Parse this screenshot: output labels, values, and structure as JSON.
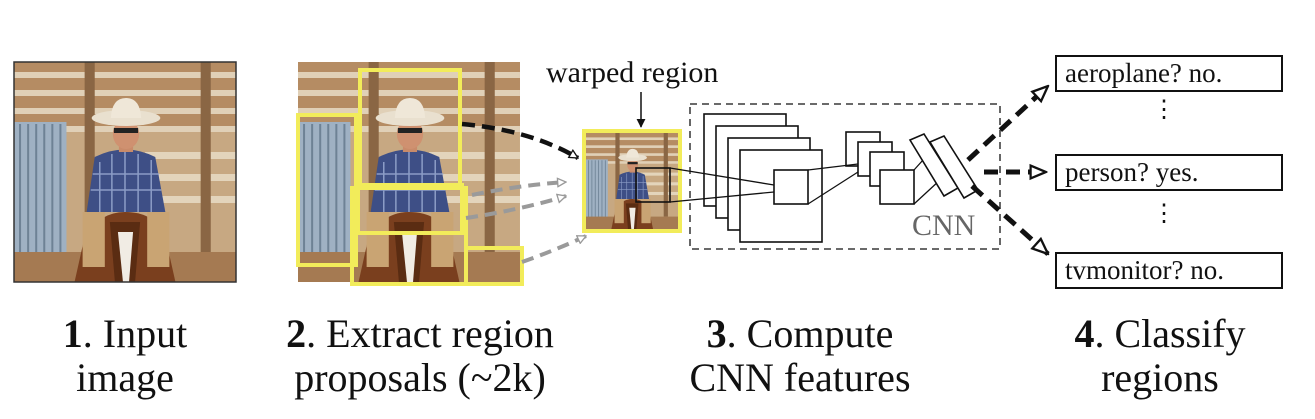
{
  "steps": [
    {
      "num": "1",
      "line1": "Input",
      "line2": "image"
    },
    {
      "num": "2",
      "line1": "Extract region",
      "line2": "proposals (~2k)"
    },
    {
      "num": "3",
      "line1": "Compute",
      "line2": "CNN features"
    },
    {
      "num": "4",
      "line1": "Classify",
      "line2": "regions"
    }
  ],
  "warped_label": "warped region",
  "cnn_label": "CNN",
  "classes": [
    "aeroplane? no.",
    "person? yes.",
    "tvmonitor? no."
  ],
  "ellipsis": "⋮",
  "colors": {
    "proposal_box": "#f2ec5a",
    "arrow": "#111111",
    "faded_arrow": "#9a9a9a",
    "cnn_frame": "#555555",
    "cnn_text": "#666666"
  },
  "image_icon": "cowboy-on-horse-photo"
}
